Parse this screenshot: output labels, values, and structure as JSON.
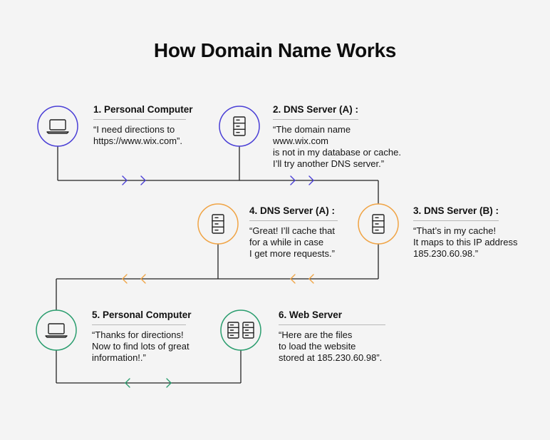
{
  "title": "How Domain Name Works",
  "colors": {
    "purple": "#4a3fd6",
    "orange": "#f0a445",
    "green": "#2a9d6e",
    "line": "#222222",
    "background": "#f4f4f4"
  },
  "steps": [
    {
      "heading": "1. Personal Computer",
      "text": "“I need directions to\nhttps://www.wix.com”.",
      "icon": "laptop-icon",
      "color": "purple"
    },
    {
      "heading": "2. DNS Server (A) :",
      "text": "“The domain name www.wix.com\nis not in my database or cache.\nI’ll  try another DNS server.”",
      "icon": "server-icon",
      "color": "purple"
    },
    {
      "heading": "3. DNS Server (B) :",
      "text": "“That’s in my cache!\nIt maps to this IP address\n185.230.60.98.”",
      "icon": "server-icon",
      "color": "orange"
    },
    {
      "heading": "4. DNS Server (A) :",
      "text": "“Great! I’ll cache that\nfor a while in case\nI get more requests.”",
      "icon": "server-icon",
      "color": "orange"
    },
    {
      "heading": "5. Personal Computer",
      "text": "“Thanks for directions!\nNow to find lots of great\ninformation!.”",
      "icon": "laptop-icon",
      "color": "green"
    },
    {
      "heading": "6. Web Server",
      "text": "“Here are the files\nto load the website\nstored at 185.230.60.98”.",
      "icon": "double-server-icon",
      "color": "green"
    }
  ]
}
